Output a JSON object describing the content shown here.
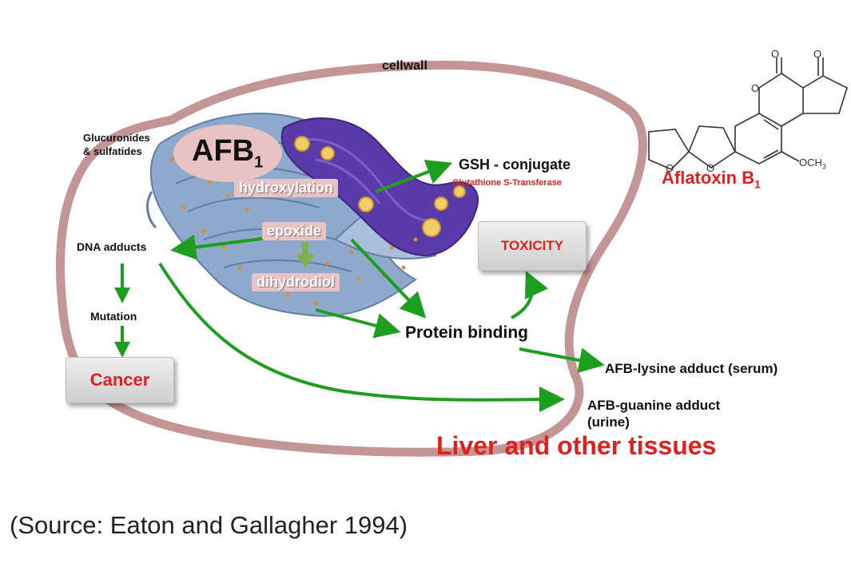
{
  "labels": {
    "cellwall": "cellwall",
    "glucuronides_1": "Glucuronides",
    "glucuronides_2": "& sulfatides",
    "afb1_main": "AFB",
    "afb1_sub": "1",
    "hydroxylation": "hydroxylation",
    "epoxide": "epoxide",
    "dihydrodiol": "dihydrodiol",
    "gsh_conjugate": "GSH - conjugate",
    "glutathione": "Glutathione S-Transferase",
    "dna_adducts": "DNA adducts",
    "mutation": "Mutation",
    "cancer": "Cancer",
    "toxicity": "TOXICITY",
    "protein_binding": "Protein binding",
    "lysine_adduct": "AFB-lysine adduct (serum)",
    "guanine_1": "AFB-guanine adduct",
    "guanine_2": "(urine)",
    "liver": "Liver and other tissues",
    "aflatoxin_main": "Aflatoxin B",
    "aflatoxin_sub": "1",
    "och3": "OCH",
    "och3_sub": "3",
    "atom_o": "O",
    "source": "(Source: Eaton and Gallagher 1994)"
  },
  "colors": {
    "cellwall": "#c49595",
    "arrow": "#1e9e1e",
    "red_text": "#e0201c",
    "er_blue": "#8fa9cc",
    "golgi_purple": "#5a3aa8"
  }
}
